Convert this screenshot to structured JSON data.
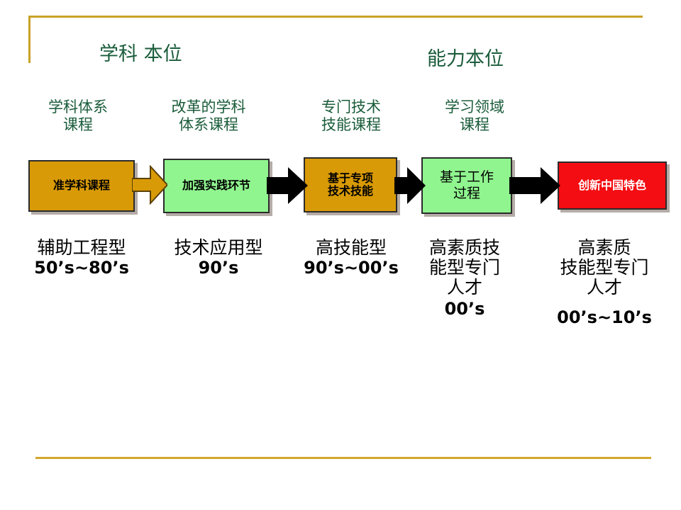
{
  "slide": {
    "headings": {
      "subject_based": "学科 本位",
      "ability_based": "能力本位"
    },
    "rule_color": "#c9a227"
  },
  "column_captions": [
    {
      "name": "discipline-system-course",
      "text": "学科体系\n课程"
    },
    {
      "name": "reformed-discipline-system-course",
      "text": "改革的学科\n体系课程"
    },
    {
      "name": "specialized-technical-skill-course",
      "text": "专门技术\n技能课程"
    },
    {
      "name": "learning-field-course",
      "text": "学习领域\n课程"
    }
  ],
  "flow": {
    "boxes": [
      {
        "name": "quasi-discipline-course",
        "label": "准学科课程",
        "color": "#d89a06",
        "text_color": "#000000"
      },
      {
        "name": "strengthen-practice-link",
        "label": "加强实践环节",
        "color": "#90f58f",
        "text_color": "#000000"
      },
      {
        "name": "based-on-special-skill",
        "label": "基于专项\n技术技能",
        "color": "#d89a06",
        "text_color": "#000000"
      },
      {
        "name": "based-on-work-process",
        "label": "基于工作\n过程",
        "color": "#90f58f",
        "text_color": "#000000"
      },
      {
        "name": "innovate-chinese-character",
        "label": "创新中国特色",
        "color": "#f40d12",
        "text_color": "#ffffff"
      }
    ],
    "arrows": [
      {
        "name": "arrow-gold",
        "style": "gold",
        "fill": "#d89a06",
        "stroke": "#6b4c08"
      },
      {
        "name": "arrow-black-1",
        "style": "black",
        "fill": "#000000",
        "stroke": "#000000"
      },
      {
        "name": "arrow-black-2",
        "style": "black",
        "fill": "#000000",
        "stroke": "#000000"
      },
      {
        "name": "arrow-black-3",
        "style": "black",
        "fill": "#000000",
        "stroke": "#000000"
      }
    ]
  },
  "outcomes": [
    {
      "name": "outcome-auxiliary-engineering",
      "type": "辅助工程型",
      "era": "50’s~80’s"
    },
    {
      "name": "outcome-technology-application",
      "type": "技术应用型",
      "era": "90’s"
    },
    {
      "name": "outcome-high-skill",
      "type": "高技能型",
      "era": "90’s~00’s"
    },
    {
      "name": "outcome-high-quality-skill",
      "type": "高素质技\n能型专门\n人才",
      "era": "00’s"
    },
    {
      "name": "outcome-high-quality-skill-2",
      "type": "高素质\n技能型专门\n人才",
      "era": "00’s~10’s"
    }
  ]
}
